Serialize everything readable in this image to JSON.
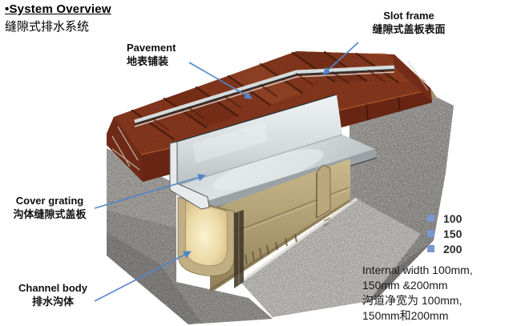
{
  "title": {
    "line1": "•System Overview",
    "line2": "缝隙式排水系统"
  },
  "labels": {
    "pavement": {
      "en": "Pavement",
      "zh": "地表铺装"
    },
    "slot_frame": {
      "en": "Slot frame",
      "zh": "缝隙式盖板表面"
    },
    "cover_grating": {
      "en": "Cover grating",
      "zh": "沟体缝隙式盖板"
    },
    "channel_body": {
      "en": "Channel body",
      "zh": "排水沟体"
    }
  },
  "legend": {
    "swatch_color": "#7B97CF",
    "items": [
      {
        "label": "100"
      },
      {
        "label": "150"
      },
      {
        "label": "200"
      }
    ]
  },
  "note": {
    "lines": [
      "Internal width 100mm,",
      "150mm &200mm",
      "沟道净宽为 100mm,",
      "150mm和200mm"
    ]
  },
  "colors": {
    "arrow_blue": "#4f86c9",
    "brick_red": "#963e21",
    "concrete_gray": "#b3b0aa",
    "steel_silver": "#ccd3d4",
    "channel_tan": "#c0ae82"
  }
}
